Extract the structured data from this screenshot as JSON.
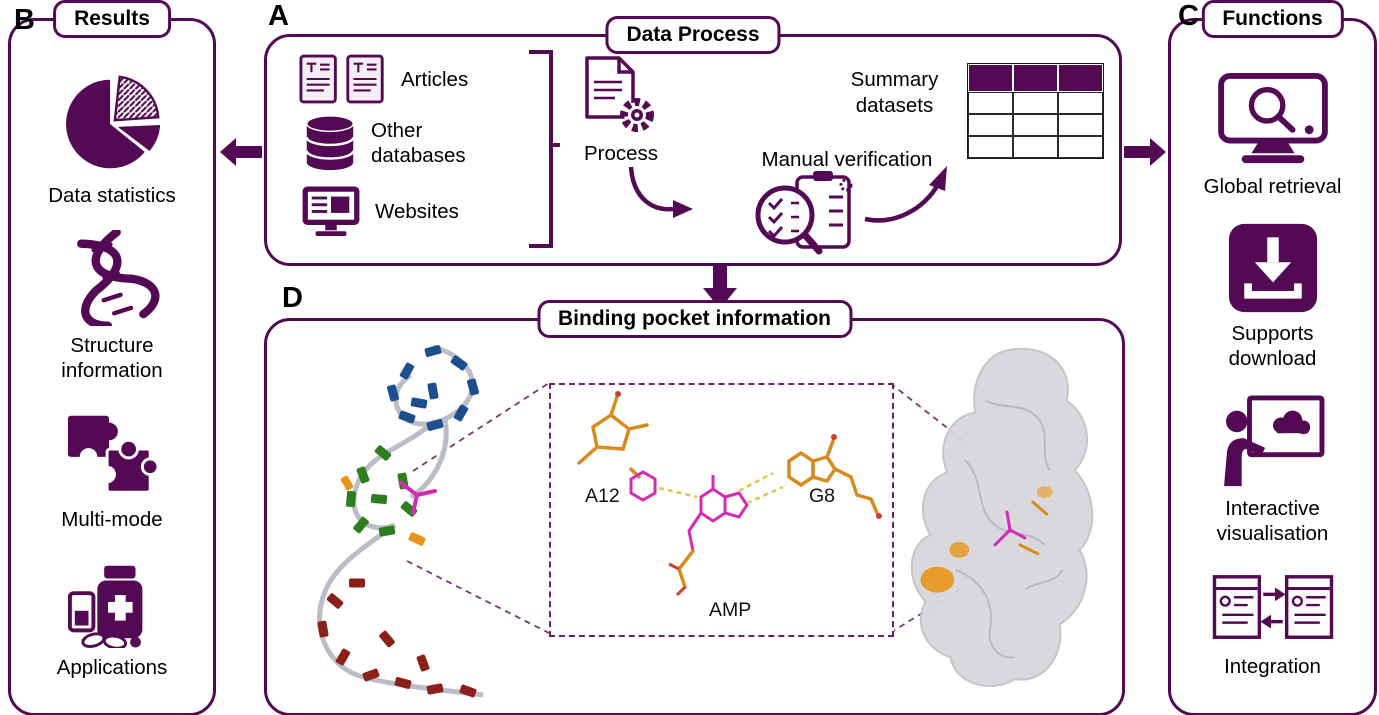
{
  "colors": {
    "accent": "#530953",
    "table_header": "#530953",
    "orange": "#e8941a",
    "magenta": "#d42bb4",
    "blue": "#1d4f8f",
    "green": "#2e7d1f",
    "dark_red": "#8b1f1a",
    "surface_gray": "#d8d8dc",
    "hbond_yellow": "#ddc94a"
  },
  "panel_a": {
    "label": "A",
    "title": "Data Process",
    "sources": [
      {
        "label": "Articles"
      },
      {
        "label": "Other databases"
      },
      {
        "label": "Websites"
      }
    ],
    "process_label": "Process",
    "verification_label": "Manual verification",
    "summary_label": "Summary datasets"
  },
  "panel_b": {
    "label": "B",
    "title": "Results",
    "items": [
      {
        "label": "Data statistics",
        "icon": "pie-chart-icon"
      },
      {
        "label": "Structure information",
        "icon": "dna-icon"
      },
      {
        "label": "Multi-mode",
        "icon": "puzzle-icon"
      },
      {
        "label": "Applications",
        "icon": "medicine-icon"
      }
    ]
  },
  "panel_c": {
    "label": "C",
    "title": "Functions",
    "items": [
      {
        "label": "Global retrieval",
        "icon": "monitor-search-icon"
      },
      {
        "label": "Supports download",
        "icon": "download-icon"
      },
      {
        "label": "Interactive visualisation",
        "icon": "presentation-icon"
      },
      {
        "label": "Integration",
        "icon": "integration-icon"
      }
    ]
  },
  "panel_d": {
    "label": "D",
    "title": "Binding pocket information",
    "annotations": {
      "residue_left": "A12",
      "residue_right": "G8",
      "ligand": "AMP"
    }
  },
  "icons": [
    "articles-icon",
    "databases-icon",
    "websites-icon",
    "bracket-glyph",
    "process-icon",
    "manual-verification-icon",
    "summary-table-graphic",
    "arrow-left-icon",
    "arrow-right-icon",
    "arrow-down-icon",
    "curved-arrow-icon",
    "pie-chart-icon",
    "dna-icon",
    "puzzle-icon",
    "medicine-icon",
    "monitor-search-icon",
    "download-icon",
    "presentation-icon",
    "integration-icon",
    "rna-structure-graphic",
    "binding-pocket-sticks-graphic",
    "surface-structure-graphic"
  ]
}
